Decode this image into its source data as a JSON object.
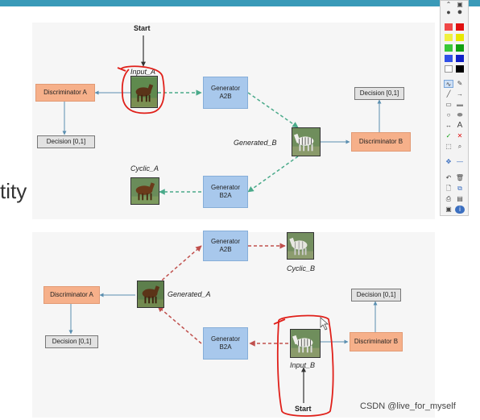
{
  "partial_text": "tity",
  "watermark": "CSDN @live_for_myself",
  "top": {
    "start": "Start",
    "input_a": "Input_A",
    "discriminator_a": "Discriminator A",
    "decision_left": "Decision [0,1]",
    "generator_a2b": "Generator\nA2B",
    "generated_b": "Generated_B",
    "decision_right": "Decision [0,1]",
    "discriminator_b": "Discriminator B",
    "cyclic_a": "Cyclic_A",
    "generator_b2a": "Generator\nB2A"
  },
  "bottom": {
    "generator_a2b": "Generator\nA2B",
    "cyclic_b": "Cyclic_B",
    "discriminator_a": "Discriminator A",
    "generated_a": "Generated_A",
    "decision_right": "Decision [0,1]",
    "decision_left": "Decision [0,1]",
    "generator_b2a": "Generator\nB2A",
    "input_b": "Input_B",
    "discriminator_b": "Discriminator B",
    "start": "Start"
  },
  "colors": {
    "discriminator": "#f6b08a",
    "generator": "#a8c8ec",
    "decision": "#e2e2e2",
    "top_flow": "#4aaa8a",
    "bottom_flow": "#c0504d",
    "annotation": "#e0201a"
  },
  "toolbox": {
    "colors": [
      "#f04848",
      "#e01010",
      "#f0f040",
      "#e8e800",
      "#38c838",
      "#10a010",
      "#3050e8",
      "#1020c8",
      "#ffffff",
      "#000000"
    ],
    "tools": [
      "cursor",
      "marker",
      "pen",
      "line",
      "arrow",
      "rectangle",
      "filled-rectangle",
      "ellipse",
      "filled-ellipse",
      "double-arrow",
      "text",
      "check",
      "cross",
      "select",
      "zoom",
      "move",
      "minus",
      "undo",
      "delete",
      "new",
      "copy",
      "print",
      "save",
      "fullscreen",
      "info"
    ]
  }
}
